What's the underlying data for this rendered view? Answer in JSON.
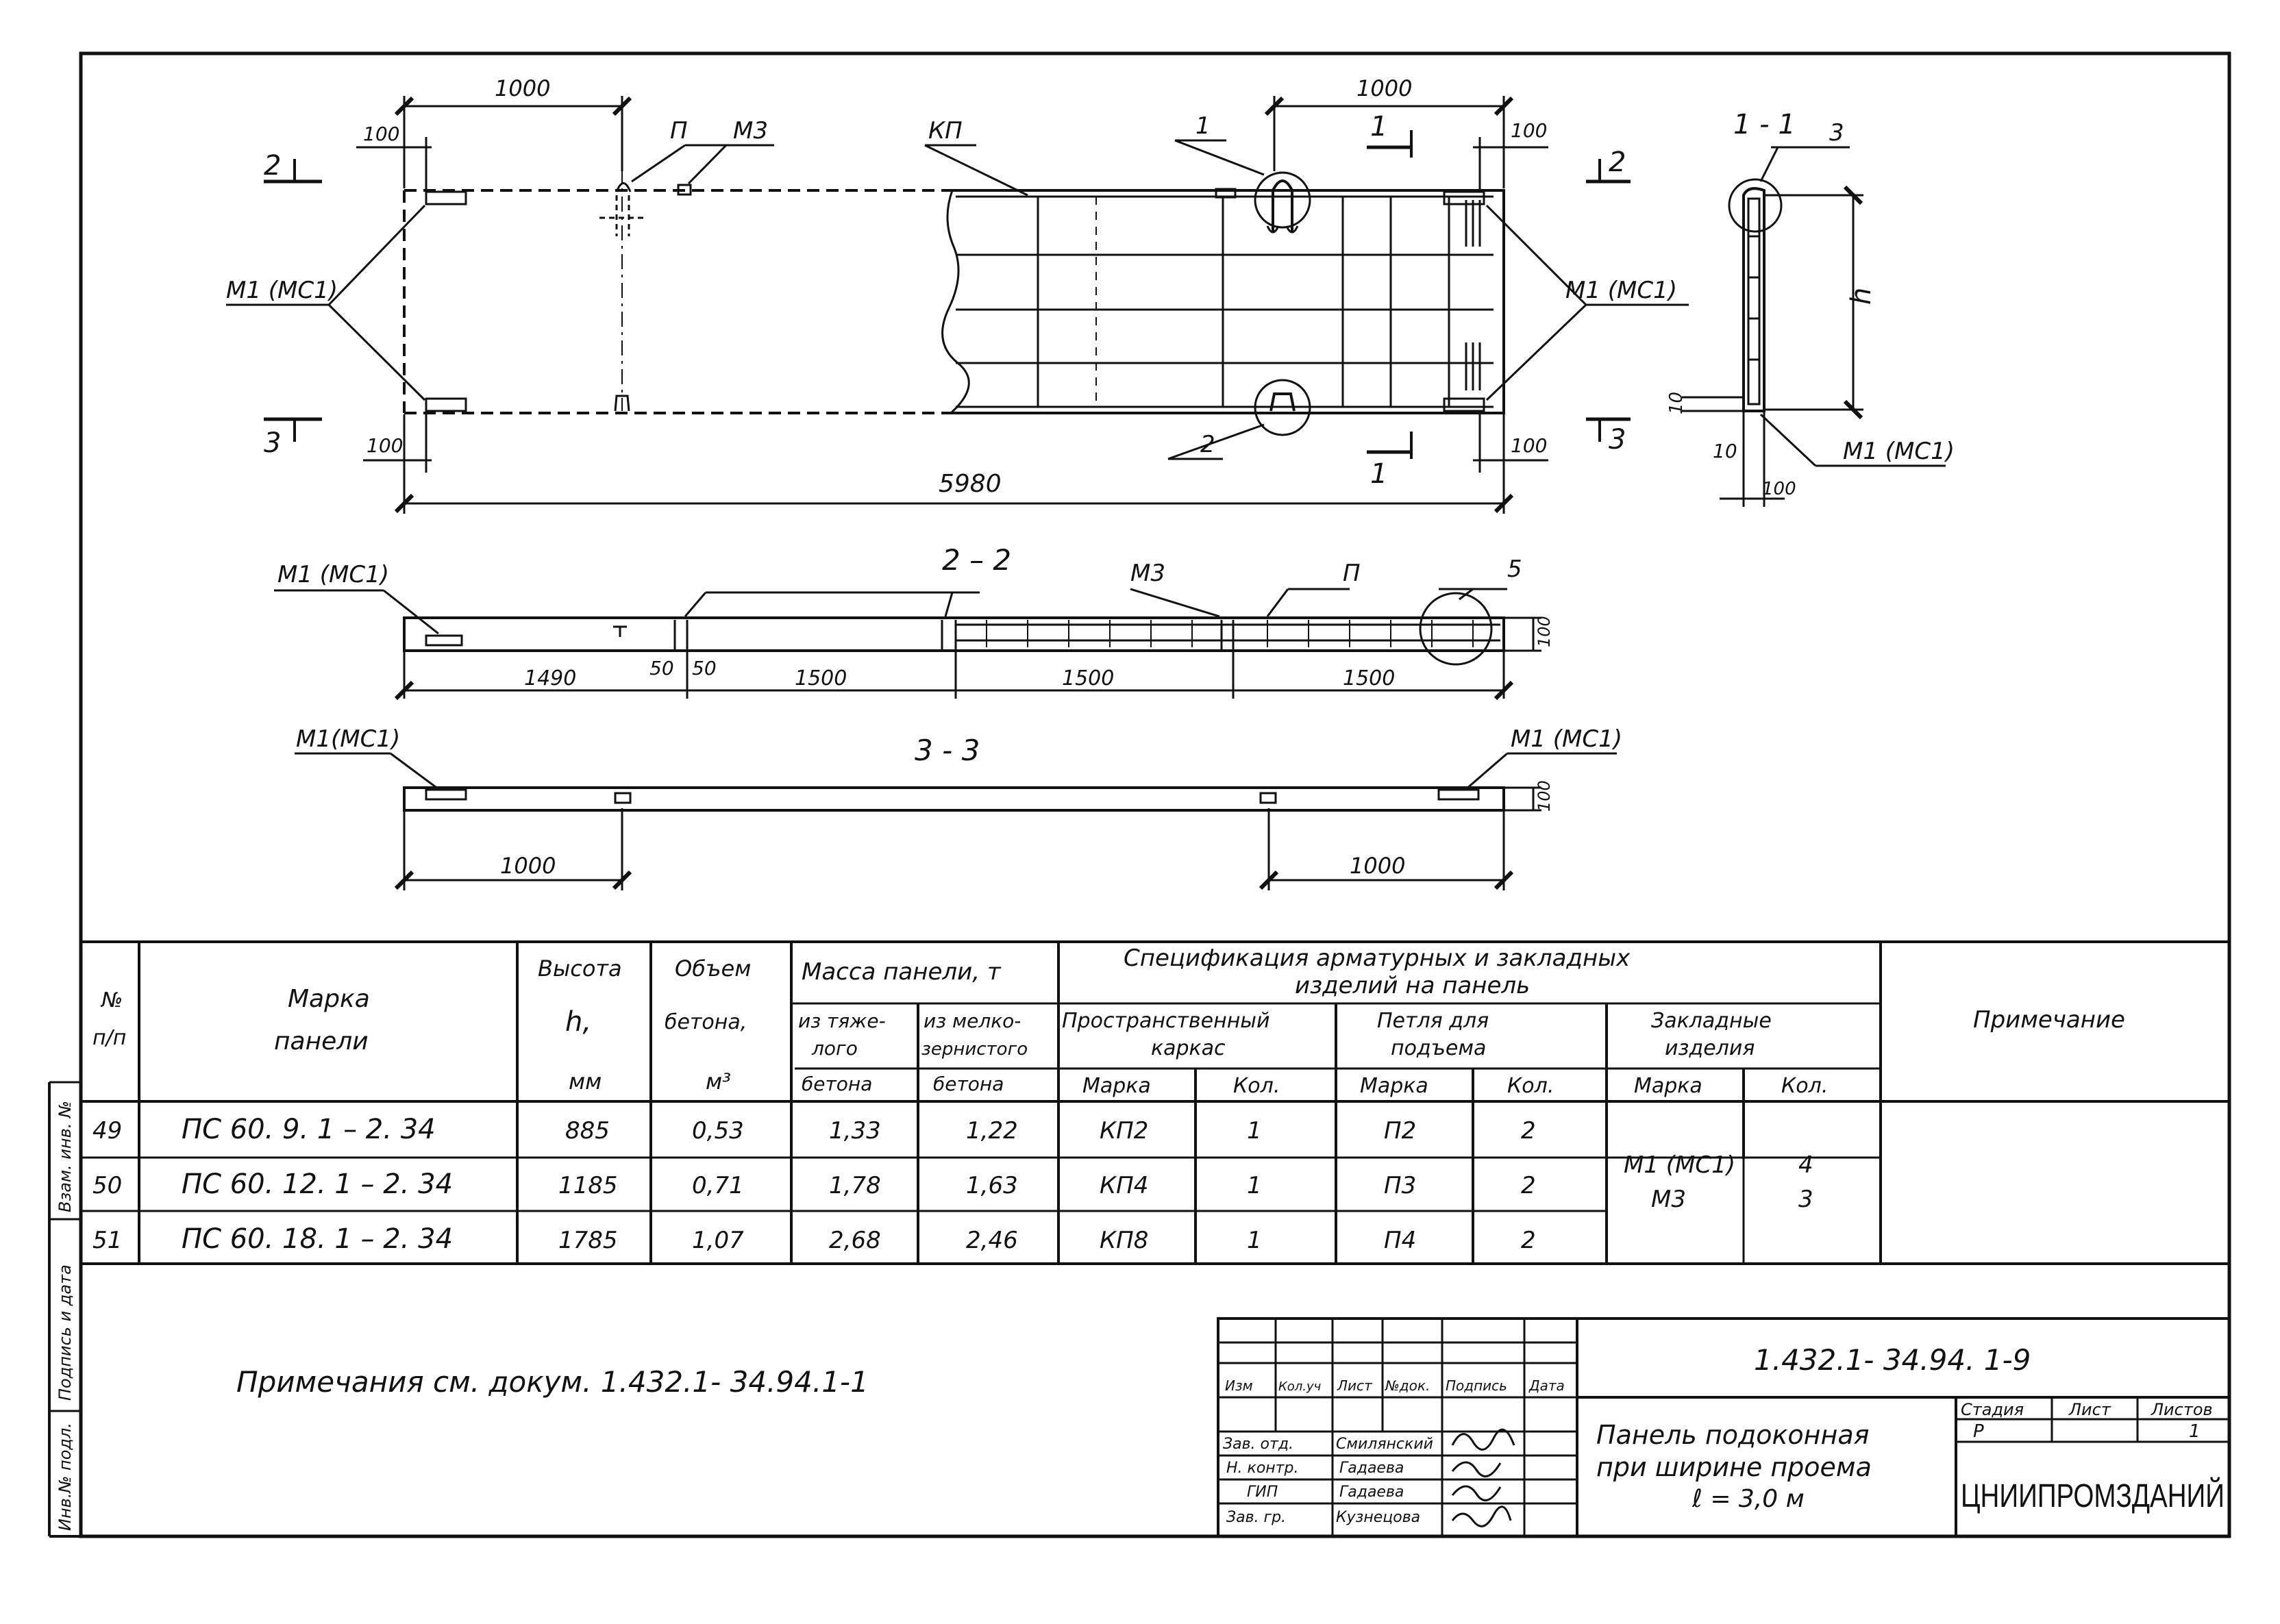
{
  "drawing": {
    "plan": {
      "dim_1000_left": "1000",
      "dim_1000_right": "1000",
      "dim_100_tl": "100",
      "dim_100_tr": "100",
      "dim_100_bl": "100",
      "dim_100_br": "100",
      "dim_5980": "5980",
      "label_P": "П",
      "label_M3": "М3",
      "label_KP": "КП",
      "label_1_loop": "1",
      "label_2_loop": "2",
      "label_M1_left": "М1 (МС1)",
      "label_M1_right": "М1 (МС1)",
      "cut_2_left": "2",
      "cut_2_right": "2",
      "cut_3_left": "3",
      "cut_3_right": "3",
      "cut_1_top": "1",
      "cut_1_bottom": "1"
    },
    "section_1_1": {
      "title": "1 - 1",
      "label_3": "3",
      "label_h": "h",
      "dim_10a": "10",
      "dim_10b": "10",
      "dim_100": "100",
      "label_M1": "М1 (МС1)"
    },
    "section_2_2": {
      "title": "2 – 2",
      "label_M1": "М1 (МС1)",
      "label_M3": "М3",
      "label_P": "П",
      "label_5": "5",
      "dim_1490": "1490",
      "dim_50a": "50",
      "dim_50b": "50",
      "dim_1500a": "1500",
      "dim_1500b": "1500",
      "dim_1500c": "1500",
      "dim_100": "100"
    },
    "section_3_3": {
      "title": "3 - 3",
      "label_M1_left": "М1(МС1)",
      "label_M1_right": "М1 (МС1)",
      "dim_1000_left": "1000",
      "dim_1000_right": "1000",
      "dim_100": "100"
    }
  },
  "table": {
    "h_num": "№",
    "h_num2": "п/п",
    "h_mark": "Марка",
    "h_mark2": "панели",
    "h_height": "Высота",
    "h_height2": "h,",
    "h_height3": "мм",
    "h_volume": "Объем",
    "h_volume2": "бетона,",
    "h_volume3": "м³",
    "h_mass": "Масса панели, т",
    "h_mass_heavy": "из тяже-",
    "h_mass_heavy2": "лого",
    "h_mass_heavy3": "бетона",
    "h_mass_fine": "из мелко-",
    "h_mass_fine2": "зернистого",
    "h_mass_fine3": "бетона",
    "h_spec": "Спецификация арматурных и закладных",
    "h_spec2": "изделий на панель",
    "h_frame": "Пространственный",
    "h_frame2": "каркас",
    "h_loop": "Петля для",
    "h_loop2": "подъема",
    "h_embed": "Закладные",
    "h_embed2": "изделия",
    "h_sub_mark1": "Марка",
    "h_sub_qty1": "Кол.",
    "h_sub_mark2": "Марка",
    "h_sub_qty2": "Кол.",
    "h_sub_mark3": "Марка",
    "h_sub_qty3": "Кол.",
    "h_note": "Примечание",
    "rows": [
      {
        "num": "49",
        "mark": "ПС 60. 9. 1 – 2. 34",
        "h": "885",
        "vol": "0,53",
        "heavy": "1,33",
        "fine": "1,22",
        "frame": "КП2",
        "frame_qty": "1",
        "loop": "П2",
        "loop_qty": "2"
      },
      {
        "num": "50",
        "mark": "ПС 60. 12. 1 – 2. 34",
        "h": "1185",
        "vol": "0,71",
        "heavy": "1,78",
        "fine": "1,63",
        "frame": "КП4",
        "frame_qty": "1",
        "loop": "П3",
        "loop_qty": "2"
      },
      {
        "num": "51",
        "mark": "ПС 60. 18. 1 – 2. 34",
        "h": "1785",
        "vol": "1,07",
        "heavy": "2,68",
        "fine": "2,46",
        "frame": "КП8",
        "frame_qty": "1",
        "loop": "П4",
        "loop_qty": "2"
      }
    ],
    "embed_mark1": "М1 (МС1)",
    "embed_mark2": "М3",
    "embed_qty1": "4",
    "embed_qty2": "3"
  },
  "note_text": "Примечания см. докум. 1.432.1- 34.94.1-1",
  "side_stamp": {
    "inv_podl": "Инв.№ подл.",
    "podpis": "Подпись и дата",
    "vzam": "Взам. инв. №"
  },
  "title_block": {
    "doc_code": "1.432.1- 34.94. 1-9",
    "h_izm": "Изм",
    "h_koluch": "Кол.уч",
    "h_list": "Лист",
    "h_ndok": "№док.",
    "h_podpis": "Подпись",
    "h_data": "Дата",
    "role1": "Зав. отд.",
    "name1": "Смилянский",
    "role2": "Н. контр.",
    "name2": "Гадаева",
    "role3": "ГИП",
    "name3": "Гадаева",
    "role4": "Зав. гр.",
    "name4": "Кузнецова",
    "title1": "Панель подоконная",
    "title2": "при ширине проема",
    "title3": "ℓ = 3,0 м",
    "h_stage": "Стадия",
    "h_sheet": "Лист",
    "h_sheets": "Листов",
    "stage": "Р",
    "sheet": "1",
    "org": "ЦНИИПРОМЗДАНИЙ"
  }
}
